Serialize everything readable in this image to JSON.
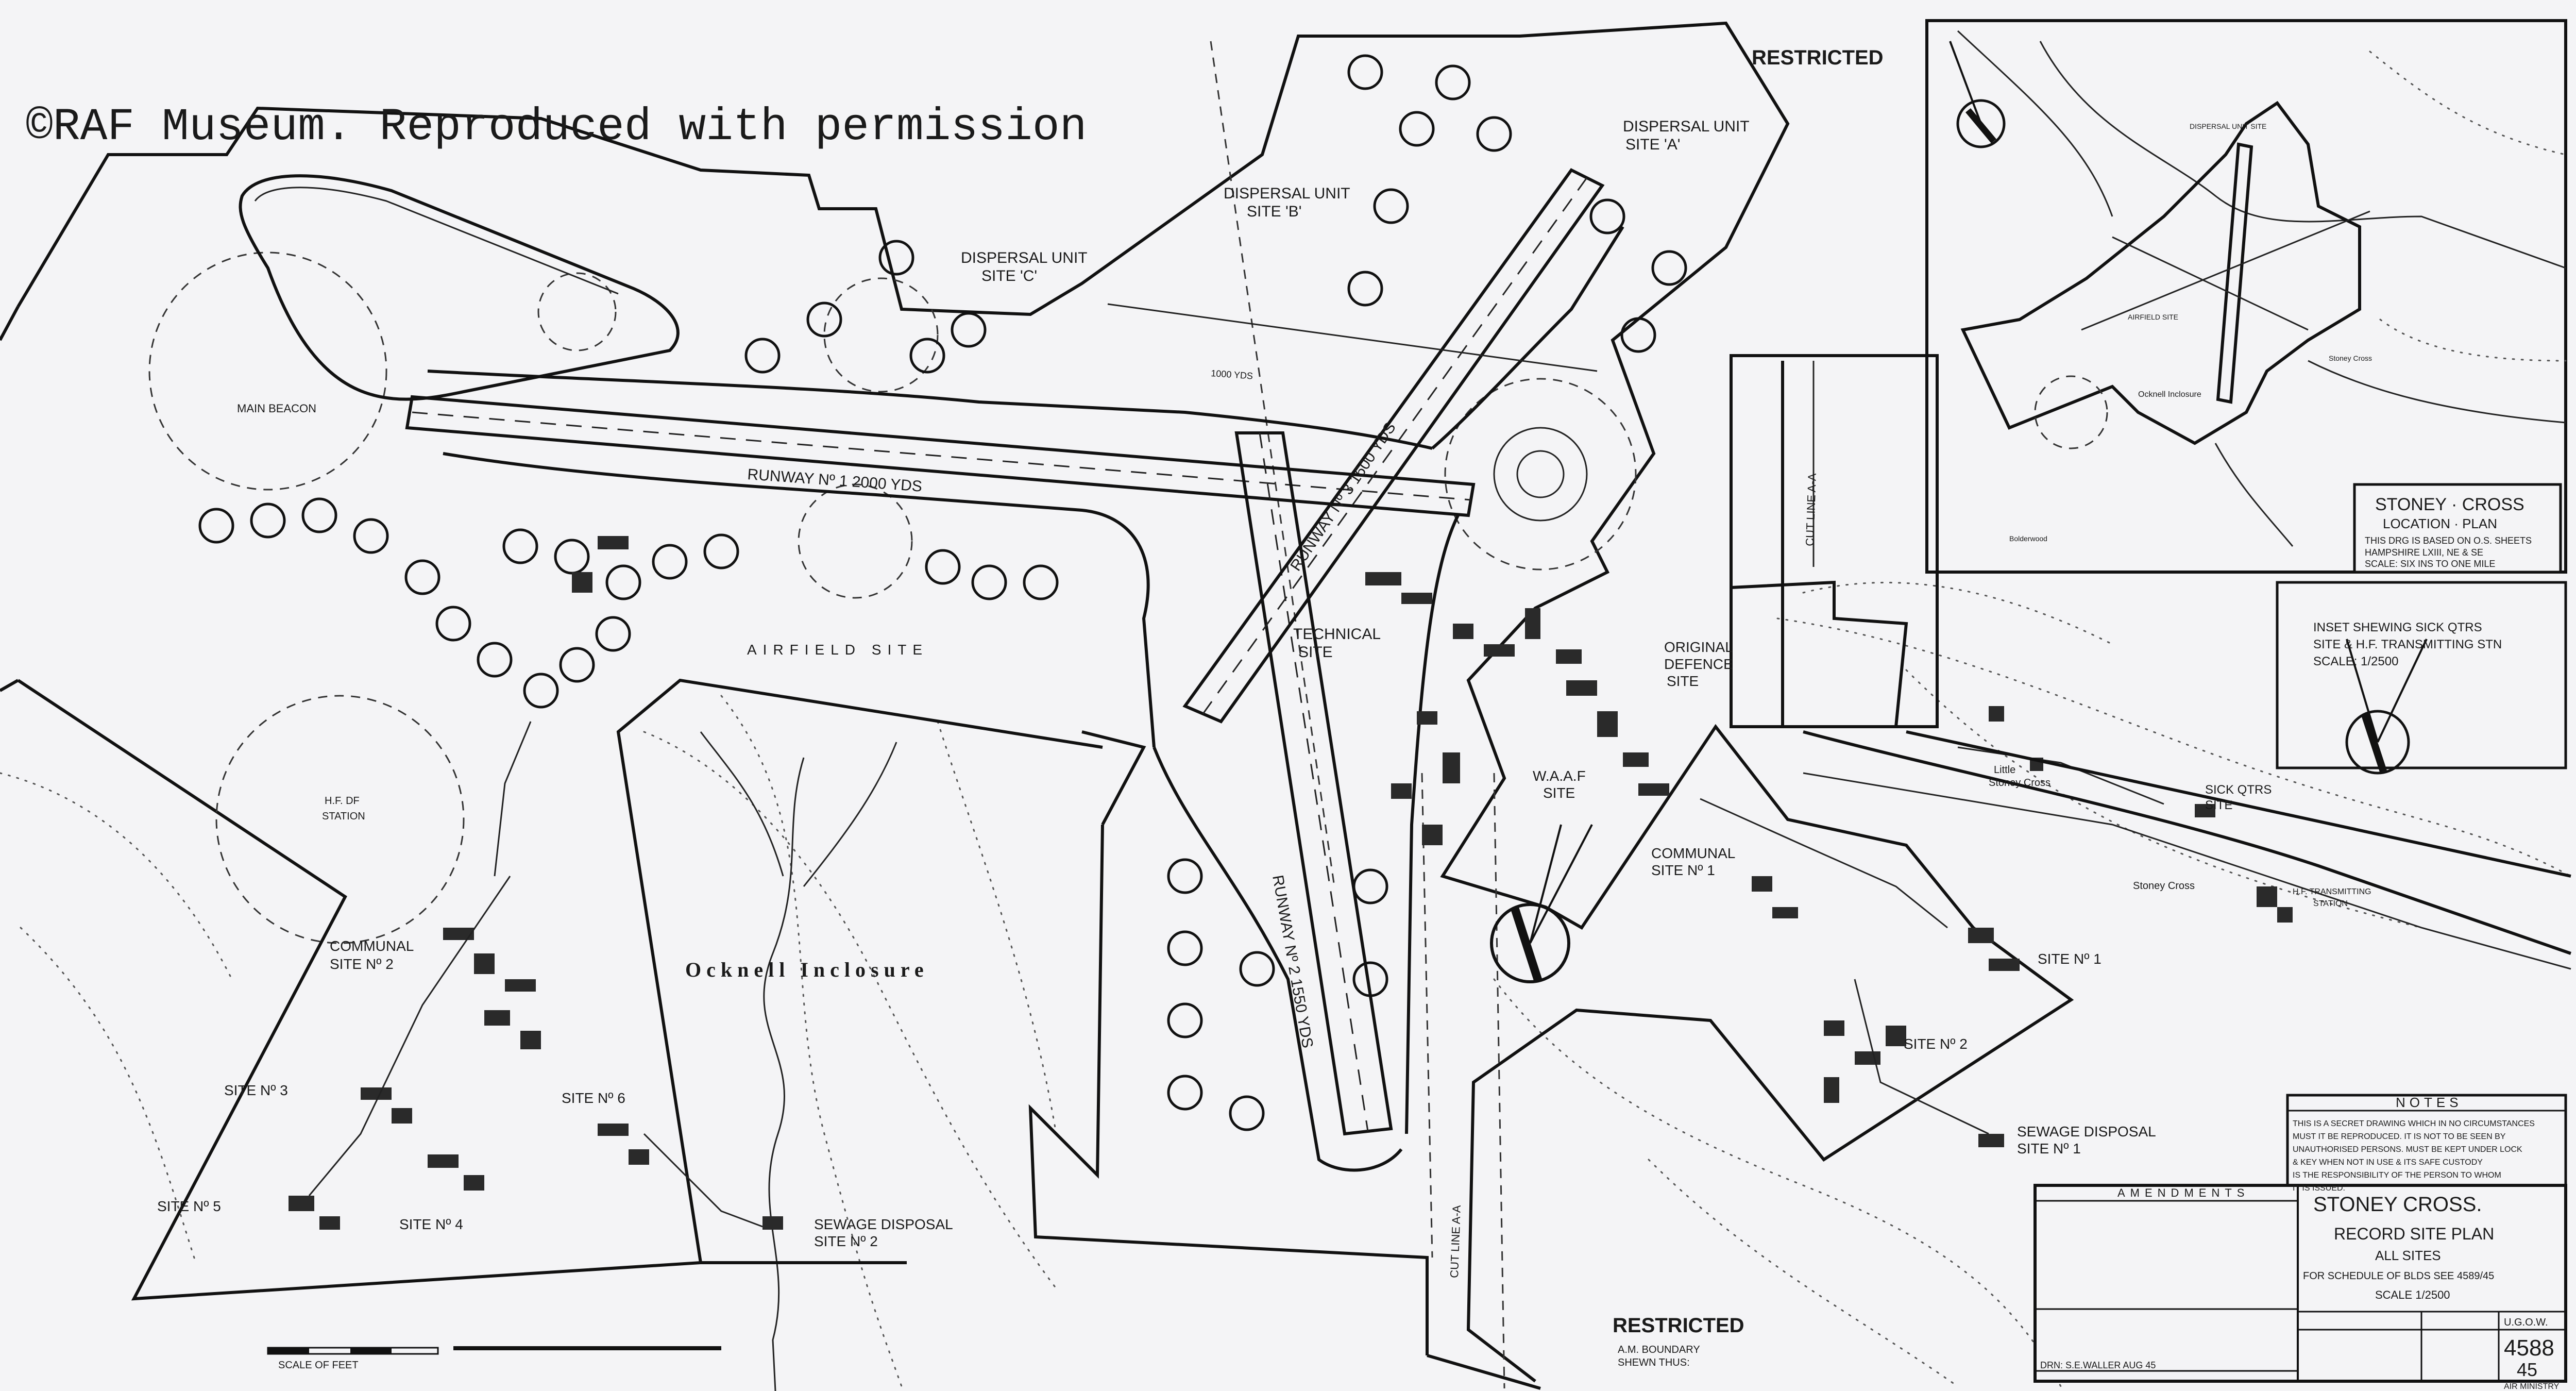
{
  "watermark": "©RAF Museum. Reproduced with permission",
  "restricted_top": "RESTRICTED",
  "restricted_bottom": "RESTRICTED",
  "sites": {
    "dispersal_a_1": "DISPERSAL UNIT",
    "dispersal_a_2": "SITE 'A'",
    "dispersal_b_1": "DISPERSAL UNIT",
    "dispersal_b_2": "SITE 'B'",
    "dispersal_c_1": "DISPERSAL UNIT",
    "dispersal_c_2": "SITE 'C'",
    "main_beacon": "MAIN BEACON",
    "runway_1": "RUNWAY Nº 1   2000 YDS",
    "runway_2": "RUNWAY Nº 2   1550 YDS",
    "runway_3": "RUNWAY Nº 3   1600 YDS",
    "airfield_site": "AIRFIELD SITE",
    "technical_1": "TECHNICAL",
    "technical_2": "SITE",
    "original_defence_1": "ORIGINAL",
    "original_defence_2": "DEFENCE",
    "original_defence_3": "SITE",
    "hf_df_1": "H.F. DF",
    "hf_df_2": "STATION",
    "waaf_1": "W.A.A.F",
    "waaf_2": "SITE",
    "communal_1_a": "COMMUNAL",
    "communal_1_b": "SITE Nº 1",
    "communal_2_a": "COMMUNAL",
    "communal_2_b": "SITE Nº 2",
    "site_1": "SITE Nº 1",
    "site_2": "SITE Nº 2",
    "site_3": "SITE Nº 3",
    "site_4": "SITE Nº 4",
    "site_5": "SITE Nº 5",
    "site_6": "SITE Nº 6",
    "sewage_1_a": "SEWAGE DISPOSAL",
    "sewage_1_b": "SITE Nº 1",
    "sewage_2_a": "SEWAGE DISPOSAL",
    "sewage_2_b": "SITE Nº 2",
    "ocknell": "Ocknell Inclosure",
    "cut_line": "CUT LINE A-A",
    "cut_line_inset": "CUT LINE A-A",
    "sick_qtrs_1": "SICK QTRS",
    "sick_qtrs_2": "SITE",
    "little_stoney_1": "Little",
    "little_stoney_2": "Stoney Cross",
    "stoney_cross_place": "Stoney Cross",
    "hf_tx_1": "H.F. TRANSMITTING",
    "hf_tx_2": "STATION",
    "am_boundary_1": "A.M. BOUNDARY",
    "am_boundary_2": "SHEWN THUS:",
    "scale_of_feet": "SCALE OF FEET",
    "yds_1000": "1000 YDS"
  },
  "location_plan": {
    "title": "STONEY · CROSS",
    "subtitle": "LOCATION · PLAN",
    "note_1": "THIS DRG IS BASED ON O.S. SHEETS",
    "note_2": "HAMPSHIRE LXIII, NE & SE",
    "note_3": "SCALE: SIX INS TO ONE MILE",
    "airfield_site": "AIRFIELD SITE",
    "dispersal": "DISPERSAL UNIT SITE",
    "ocknell": "Ocknell Inclosure",
    "bolderwood": "Bolderwood",
    "stoney_cross": "Stoney Cross"
  },
  "inset": {
    "line_1": "INSET SHEWING SICK QTRS",
    "line_2": "SITE & H.F. TRANSMITTING STN",
    "line_3": "SCALE: 1/2500"
  },
  "notes": {
    "heading": "NOTES",
    "line_1": "THIS IS A SECRET DRAWING WHICH IN NO CIRCUMSTANCES",
    "line_2": "MUST IT BE REPRODUCED. IT IS NOT TO BE SEEN BY",
    "line_3": "UNAUTHORISED PERSONS. MUST BE KEPT UNDER LOCK",
    "line_4": "& KEY WHEN NOT IN USE & ITS SAFE CUSTODY",
    "line_5": "IS THE RESPONSIBILITY OF THE PERSON TO WHOM",
    "line_6": "IT IS ISSUED."
  },
  "title_block": {
    "amendments": "AMENDMENTS",
    "name": "STONEY CROSS.",
    "plan": "RECORD SITE PLAN",
    "all_sites": "ALL SITES",
    "schedule": "FOR SCHEDULE OF BLDS SEE 4589/45",
    "scale": "SCALE 1/2500",
    "ugow": "U.G.O.W.",
    "drawing_no": "4588",
    "year": "45",
    "drawn_by": "DRN: S.E.WALLER  AUG 45",
    "ministry": "AIR MINISTRY"
  },
  "colors": {
    "paper": "#f4f4f6",
    "ink": "#111111",
    "hatch": "#2a2a2a"
  },
  "icons": [
    "north-arrow-icon",
    "north-arrow-icon",
    "north-arrow-icon",
    "north-arrow-icon"
  ]
}
